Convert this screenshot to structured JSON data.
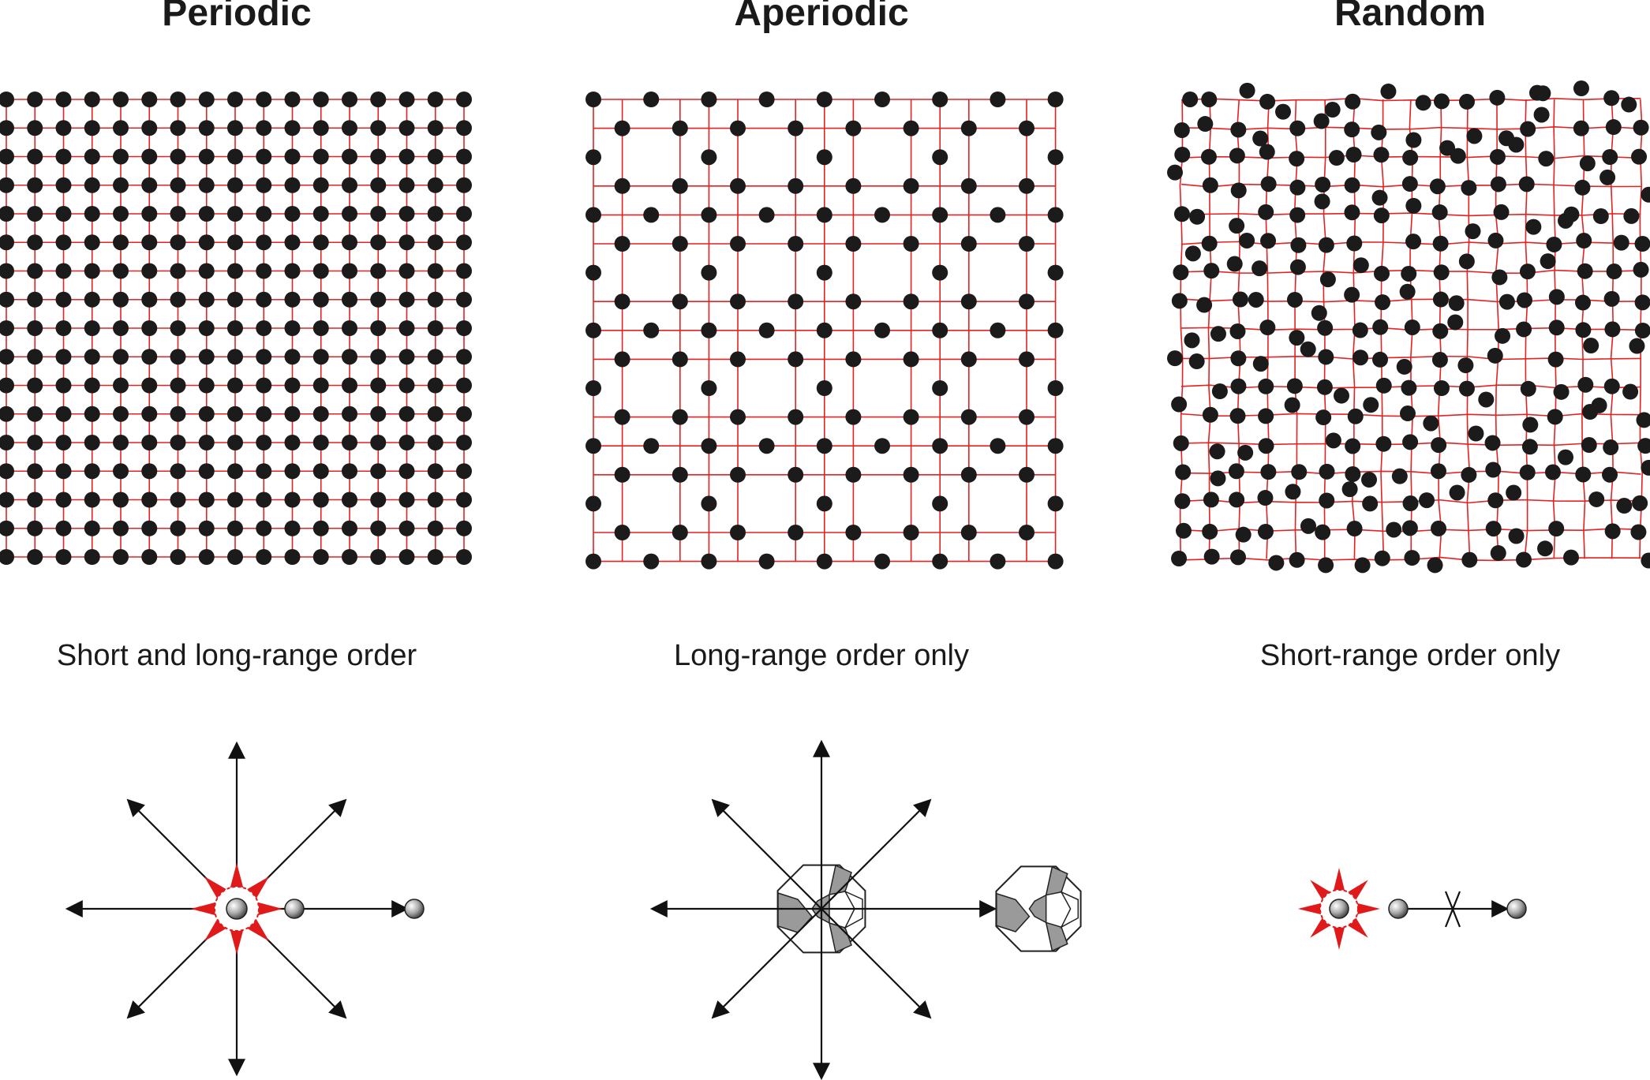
{
  "panels": [
    {
      "title": "Periodic",
      "caption": "Short and long-range order"
    },
    {
      "title": "Aperiodic",
      "caption": "Long-range order only"
    },
    {
      "title": "Random",
      "caption": "Short-range order only"
    }
  ],
  "colors": {
    "grid": "#e32222",
    "dot": "#1b1b1b",
    "arrow": "#111111",
    "highlight": "#e01a1a",
    "tile": "#9a9a9a"
  },
  "icons": [
    "arrow-star-icon",
    "atom-sphere-icon",
    "octagon-tile-icon",
    "blocked-arrow-icon"
  ]
}
